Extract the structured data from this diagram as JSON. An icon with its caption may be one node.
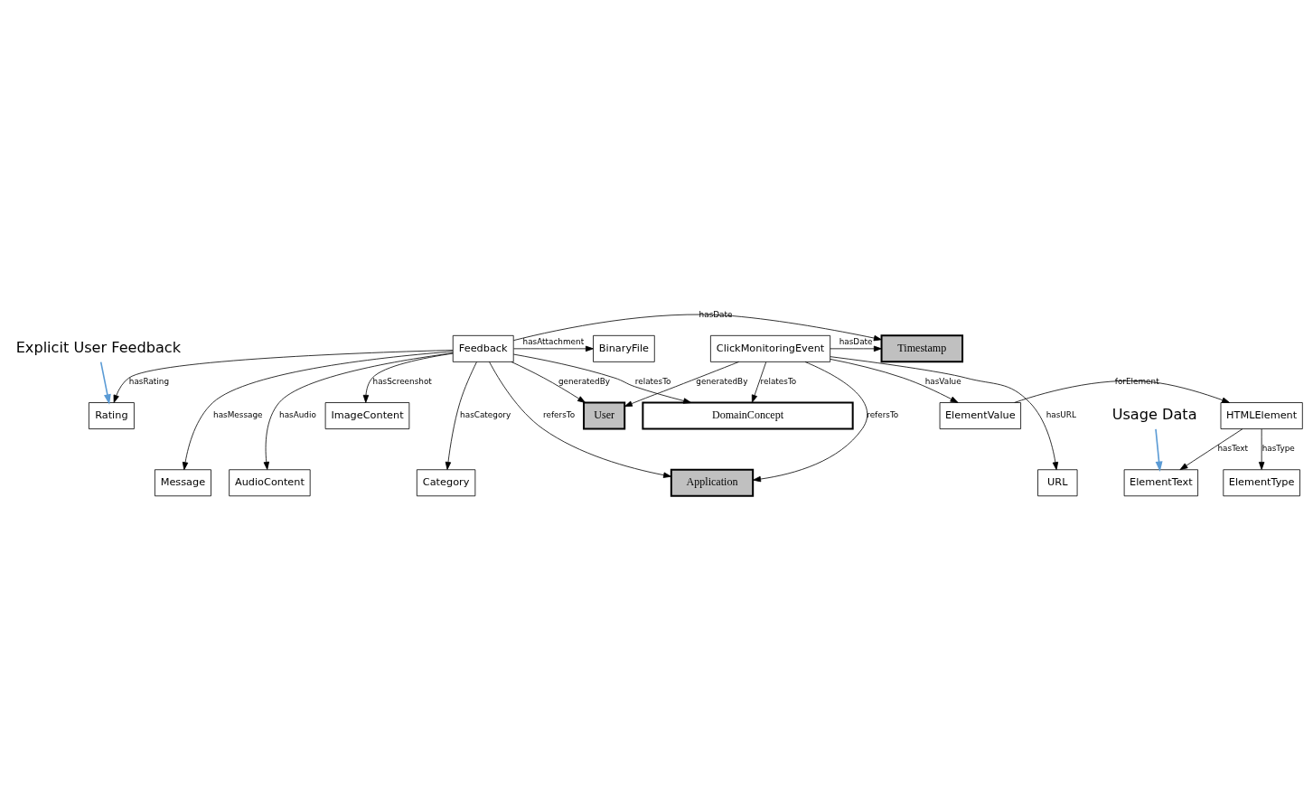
{
  "diagram": {
    "nodes": [
      {
        "text": [
          "Explicit User Feedback"
        ]
      },
      {
        "text": [
          "ImageContent"
        ]
      },
      {
        "text": [
          "Rating"
        ]
      },
      {
        "text": [
          "User"
        ]
      },
      {
        "text": [
          "ElementValue"
        ]
      },
      {
        "text": [
          "HTMLElement"
        ]
      },
      {
        "text": [
          "BinaryFile"
        ]
      },
      {
        "text": [
          "Feedback"
        ]
      },
      {
        "text": [
          "Timestamp"
        ]
      },
      {
        "text": [
          "ClickMonitoringEvent"
        ]
      },
      {
        "text": [
          "AudioContent"
        ]
      },
      {
        "text": [
          "Application"
        ]
      },
      {
        "text": [
          "URL"
        ]
      },
      {
        "text": [
          "ElementType"
        ]
      },
      {
        "text": [
          "Category"
        ]
      },
      {
        "text": [
          "Message"
        ]
      },
      {
        "text": [
          "ElementText"
        ]
      },
      {
        "text": [
          "DomainConcept"
        ]
      },
      {
        "text": [
          "Usage Data"
        ]
      }
    ],
    "edges": [
      {
        "from": 0,
        "to": 2,
        "arrow": "to",
        "color": "#5b9bd5"
      },
      {
        "from": 7,
        "to": 1,
        "label": "hasScreenshot",
        "arrow": "to"
      },
      {
        "from": 7,
        "to": 2,
        "label": "hasRating",
        "arrow": "to"
      },
      {
        "from": 7,
        "to": 6,
        "label": "hasAttachment",
        "arrow": "to"
      },
      {
        "from": 7,
        "to": 10,
        "label": "hasAudio",
        "arrow": "to"
      },
      {
        "from": 7,
        "to": 14,
        "label": "hasCategory",
        "arrow": "to"
      },
      {
        "from": 7,
        "to": 15,
        "label": "hasMessage",
        "arrow": "to"
      },
      {
        "from": 7,
        "to": 3,
        "label": "generatedBy",
        "arrow": "to"
      },
      {
        "from": 7,
        "to": 8,
        "label": "hasDate",
        "arrow": "to"
      },
      {
        "from": 7,
        "to": 11,
        "label": "refersTo",
        "arrow": "to"
      },
      {
        "from": 7,
        "to": 17,
        "label": "relatesTo",
        "arrow": "to"
      },
      {
        "from": 9,
        "to": 3,
        "label": "generatedBy",
        "arrow": "to"
      },
      {
        "from": 9,
        "to": 8,
        "label": "hasDate",
        "arrow": "to"
      },
      {
        "from": 9,
        "to": 11,
        "label": "refersTo",
        "arrow": "to"
      },
      {
        "from": 9,
        "to": 17,
        "label": "relatesTo",
        "arrow": "to"
      },
      {
        "from": 9,
        "to": 4,
        "label": "hasValue",
        "arrow": "to"
      },
      {
        "from": 9,
        "to": 12,
        "label": "hasURL",
        "arrow": "to"
      },
      {
        "from": 4,
        "to": 5,
        "label": "forElement",
        "arrow": "to"
      },
      {
        "from": 5,
        "to": 16,
        "label": "hasText",
        "arrow": "to"
      },
      {
        "from": 5,
        "to": 13,
        "label": "hasType",
        "arrow": "to"
      },
      {
        "from": 18,
        "to": 16,
        "arrow": "to",
        "color": "#5b9bd5"
      }
    ]
  }
}
